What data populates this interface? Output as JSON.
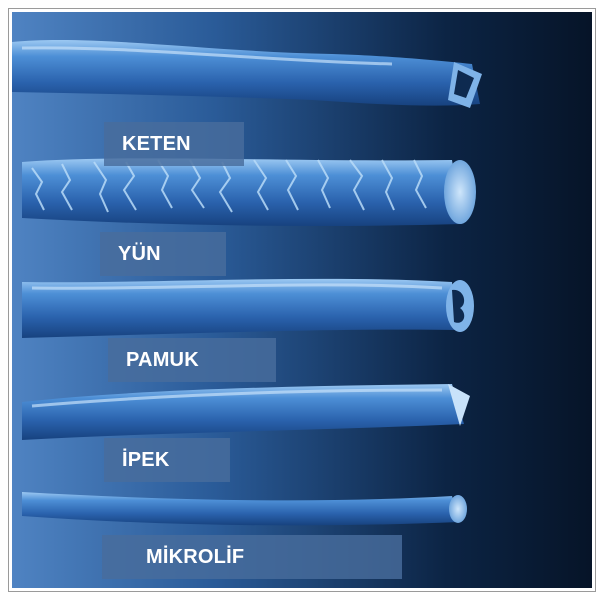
{
  "image": {
    "fiber_labels": [
      {
        "id": "keten",
        "text": "KETEN"
      },
      {
        "id": "yun",
        "text": "YÜN"
      },
      {
        "id": "pamuk",
        "text": "PAMUK"
      },
      {
        "id": "ipek",
        "text": "İPEK"
      },
      {
        "id": "mikrolif",
        "text": "MİKROLİF"
      }
    ],
    "colors": {
      "background_dark": "#061428",
      "background_light": "#4f83c2",
      "fiber_blue": "#2f6cb8",
      "fiber_highlight": "#a9d0f5",
      "label_box": "#486c9c",
      "label_text": "#ffffff"
    }
  }
}
